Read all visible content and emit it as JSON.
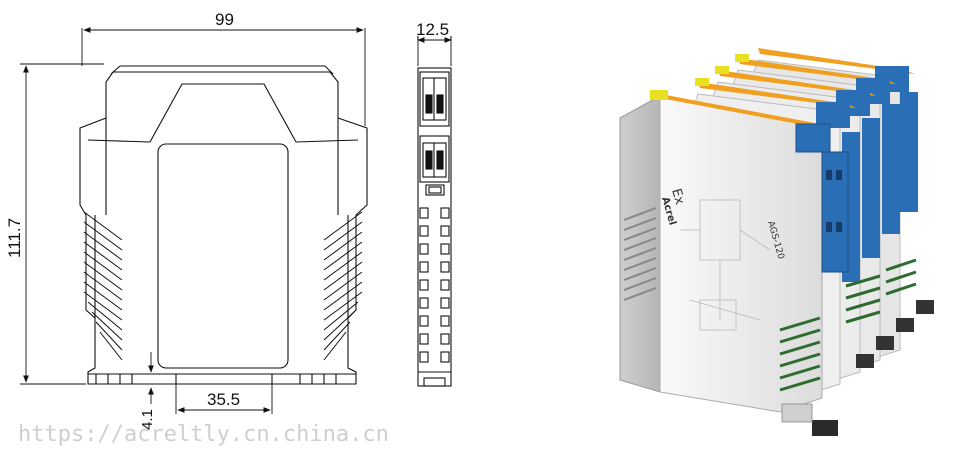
{
  "dimensions": {
    "width_top": "99",
    "height_left": "111.7",
    "side_width": "12.5",
    "rail_width": "35.5",
    "foot_height": "4.1"
  },
  "watermark": "https://acreltly.cn.china.cn",
  "product": {
    "ex_mark": "Ex",
    "brand": "Acrel",
    "model": "AGS-120"
  },
  "colors": {
    "terminal_blue": "#2a6fb6",
    "label_orange": "#f0a020",
    "accent_yellow": "#e8e020",
    "vent_green": "#2f6b2f",
    "body_white": "#f2f2f2"
  },
  "icons": [
    "terminal-block-icon",
    "dimension-arrow-icon"
  ]
}
